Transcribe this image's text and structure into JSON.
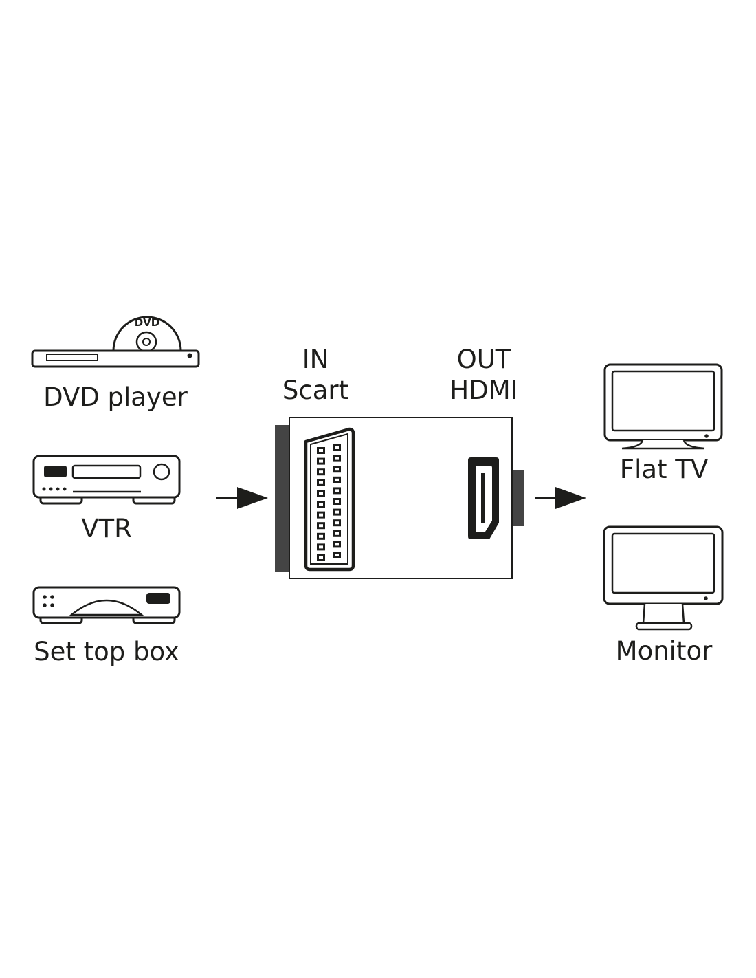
{
  "sources": [
    {
      "id": "dvd",
      "label": "DVD player",
      "icon": "dvd-player-icon",
      "disc_text": "DVD"
    },
    {
      "id": "vtr",
      "label": "VTR",
      "icon": "vtr-icon"
    },
    {
      "id": "stb",
      "label": "Set top box",
      "icon": "set-top-box-icon"
    }
  ],
  "adapter": {
    "input": {
      "line1": "IN",
      "line2": "Scart"
    },
    "output": {
      "line1": "OUT",
      "line2": "HDMI"
    }
  },
  "displays": [
    {
      "id": "flat-tv",
      "label": "Flat TV",
      "icon": "flat-tv-icon"
    },
    {
      "id": "monitor",
      "label": "Monitor",
      "icon": "monitor-icon"
    }
  ],
  "colors": {
    "stroke": "#1d1d1b",
    "plug": "#444444",
    "background": "#ffffff"
  }
}
